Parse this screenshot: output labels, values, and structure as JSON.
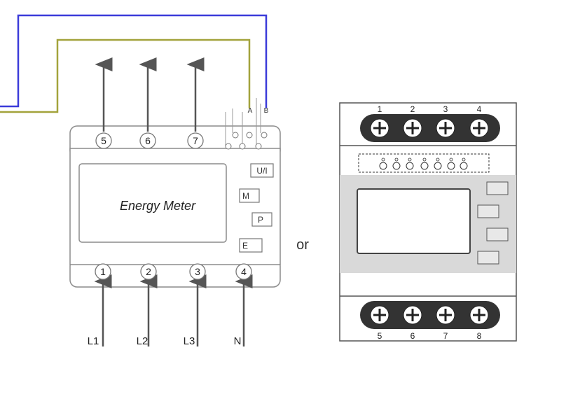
{
  "left_meter": {
    "display_label": "Energy Meter",
    "top_terminals": [
      "5",
      "6",
      "7"
    ],
    "bottom_terminals": [
      "1",
      "2",
      "3",
      "4"
    ],
    "buttons": [
      "U/I",
      "M",
      "P",
      "E"
    ],
    "comm_labels": [
      "A",
      "B"
    ],
    "line_labels": [
      "L1",
      "L2",
      "L3",
      "N"
    ],
    "wire_colors": {
      "blue": "#3b3bd9",
      "olive": "#a3a33c"
    }
  },
  "separator_text": "or",
  "right_meter": {
    "top_terminals": [
      "1",
      "2",
      "3",
      "4"
    ],
    "bottom_terminals": [
      "5",
      "6",
      "7",
      "8"
    ],
    "buttons": [
      "",
      "",
      "",
      ""
    ]
  }
}
